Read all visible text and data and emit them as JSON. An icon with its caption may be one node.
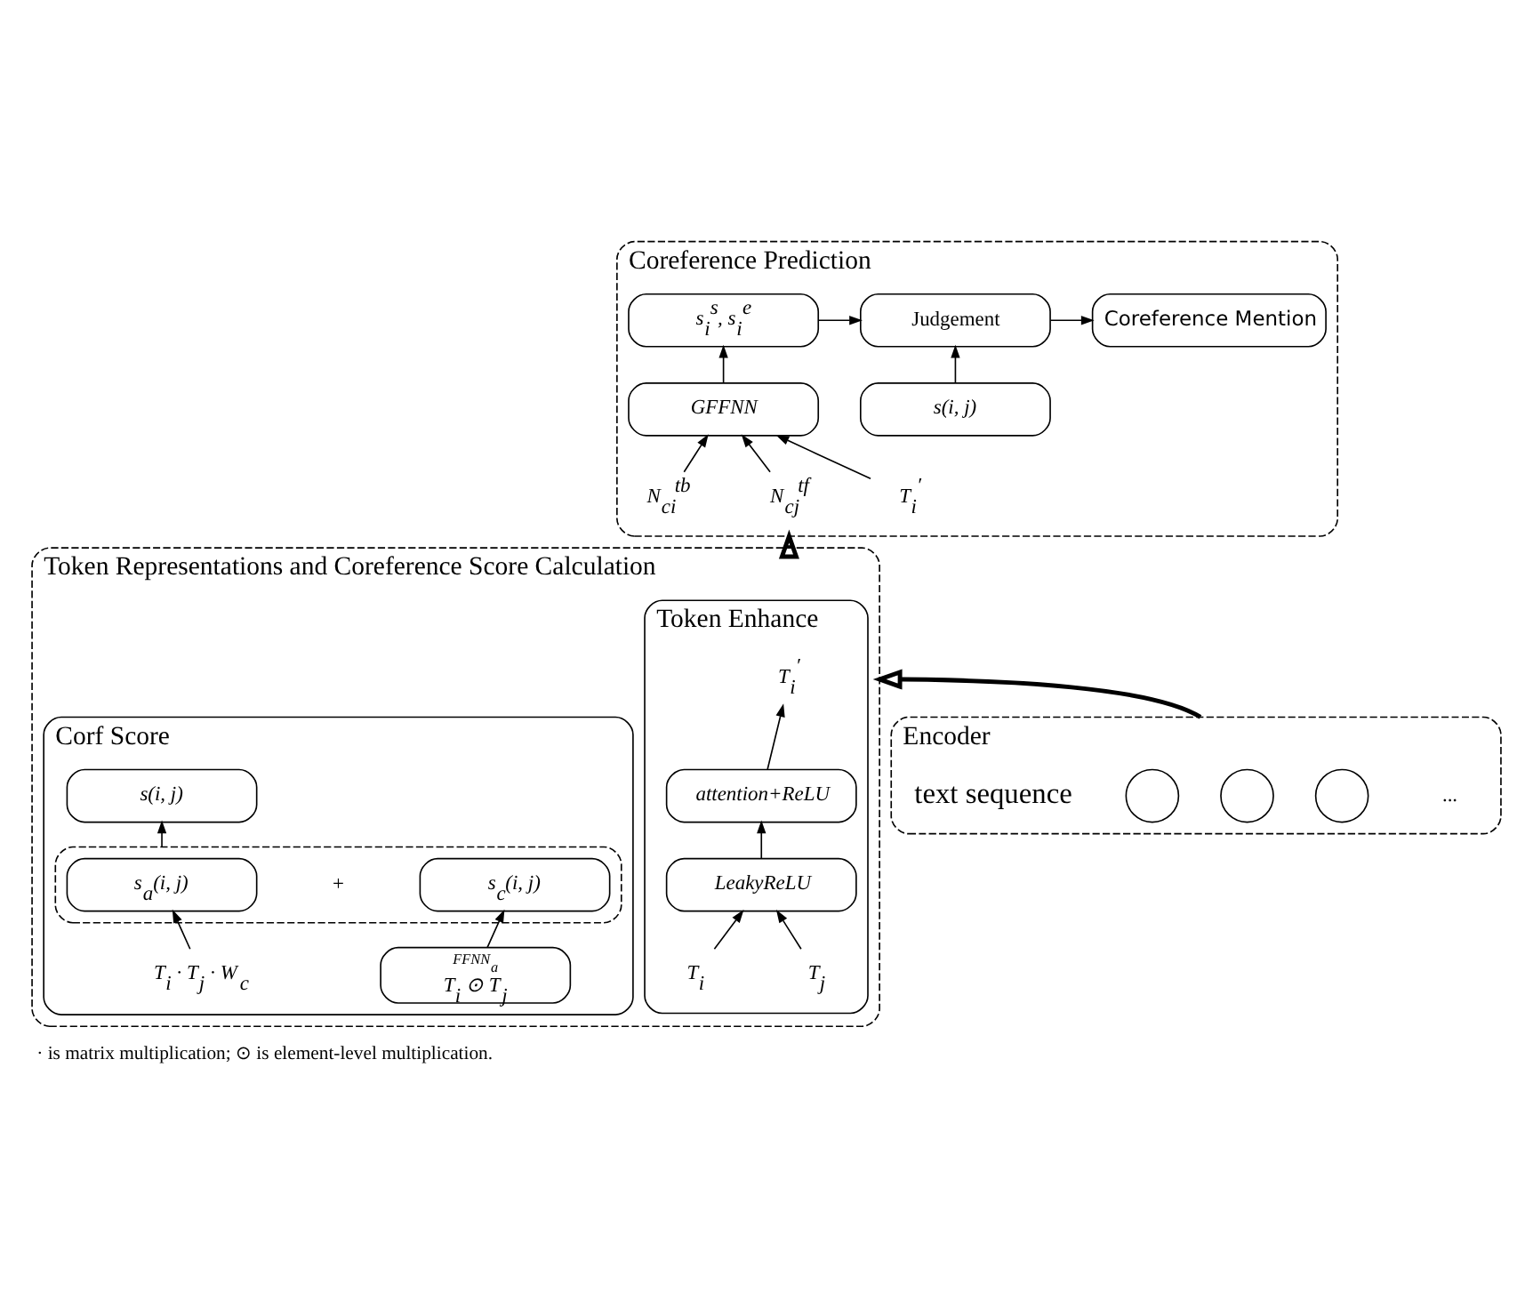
{
  "diagram": {
    "caption": "· is matrix multiplication; ⊙ is element-level multiplication.",
    "nodes": [
      {
        "text": [
          "Coreference Prediction"
        ]
      },
      {
        "text": [
          "s$_{i}$$^{s}$, s$_{i}$$^{e}$"
        ],
        "in": 0
      },
      {
        "text": [
          "GFFNN"
        ],
        "in": 0
      },
      {
        "text": [
          "N$_{ci}$$^{tb}$"
        ],
        "in": 0
      },
      {
        "text": [
          "N$_{cj}$$^{tf}$"
        ],
        "in": 0
      },
      {
        "text": [
          "T$_{i}$$^{′}$"
        ],
        "in": 0
      },
      {
        "text": [
          "Judgement"
        ],
        "in": 0
      },
      {
        "text": [
          "s(i, j)"
        ],
        "in": 0
      },
      {
        "text": [
          "Coreference Mention"
        ],
        "in": 0
      },
      {
        "text": [
          "Token Representations and Coreference Score Calculation"
        ]
      },
      {
        "text": [
          "Token Enhance"
        ],
        "in": 9
      },
      {
        "text": [
          "T$_{i}$$^{′}$"
        ],
        "in": 10
      },
      {
        "text": [
          "attention+ReLU"
        ],
        "in": 10
      },
      {
        "text": [
          "LeakyReLU"
        ],
        "in": 10
      },
      {
        "text": [
          "T$_{i}$"
        ],
        "in": 10
      },
      {
        "text": [
          "T$_{j}$"
        ],
        "in": 10
      },
      {
        "text": [
          "Corf Score"
        ],
        "in": 9
      },
      {
        "text": [
          "s(i, j)"
        ],
        "in": 16
      },
      {
        "text": [],
        "shape": "box",
        "in": 16
      },
      {
        "text": [
          "s$_{a}$(i, j)"
        ],
        "in": 18
      },
      {
        "text": [
          "s$_{c}$(i, j)"
        ],
        "in": 18
      },
      {
        "text": [
          "T$_{i}$ · T$_{j}$ · W$_{c}$"
        ],
        "in": 16
      },
      {
        "text": [
          "FFNN$_{a}$",
          "T$_{i}$ ⊙ T$_{j}$"
        ],
        "in": 16
      },
      {
        "text": [
          "Encoder"
        ]
      },
      {
        "text": [],
        "shape": "circle",
        "in": 23
      },
      {
        "text": [],
        "shape": "circle",
        "in": 23
      },
      {
        "text": [],
        "shape": "circle",
        "in": 23
      }
    ],
    "edges": [
      {
        "from": 2,
        "to": 1,
        "arrow": "to"
      },
      {
        "from": 3,
        "to": 2,
        "arrow": "to"
      },
      {
        "from": 4,
        "to": 2,
        "arrow": "to"
      },
      {
        "from": 5,
        "to": 2,
        "arrow": "to"
      },
      {
        "from": 1,
        "to": 6,
        "arrow": "to"
      },
      {
        "from": 7,
        "to": 6,
        "arrow": "to"
      },
      {
        "from": 6,
        "to": 8,
        "arrow": "to"
      },
      {
        "from": 9,
        "to": 0,
        "arrow": "to",
        "style": "thick"
      },
      {
        "from": 13,
        "to": 12,
        "arrow": "to"
      },
      {
        "from": 12,
        "to": 11,
        "arrow": "to"
      },
      {
        "from": 14,
        "to": 13,
        "arrow": "to"
      },
      {
        "from": 15,
        "to": 13,
        "arrow": "to"
      },
      {
        "from": 18,
        "to": 17,
        "arrow": "to"
      },
      {
        "from": 21,
        "to": 19,
        "arrow": "to"
      },
      {
        "from": 22,
        "to": 20,
        "arrow": "to"
      },
      {
        "from": 23,
        "to": 9,
        "arrow": "to",
        "style": "thick"
      }
    ],
    "labels": [
      "+",
      "text sequence",
      "..."
    ]
  }
}
